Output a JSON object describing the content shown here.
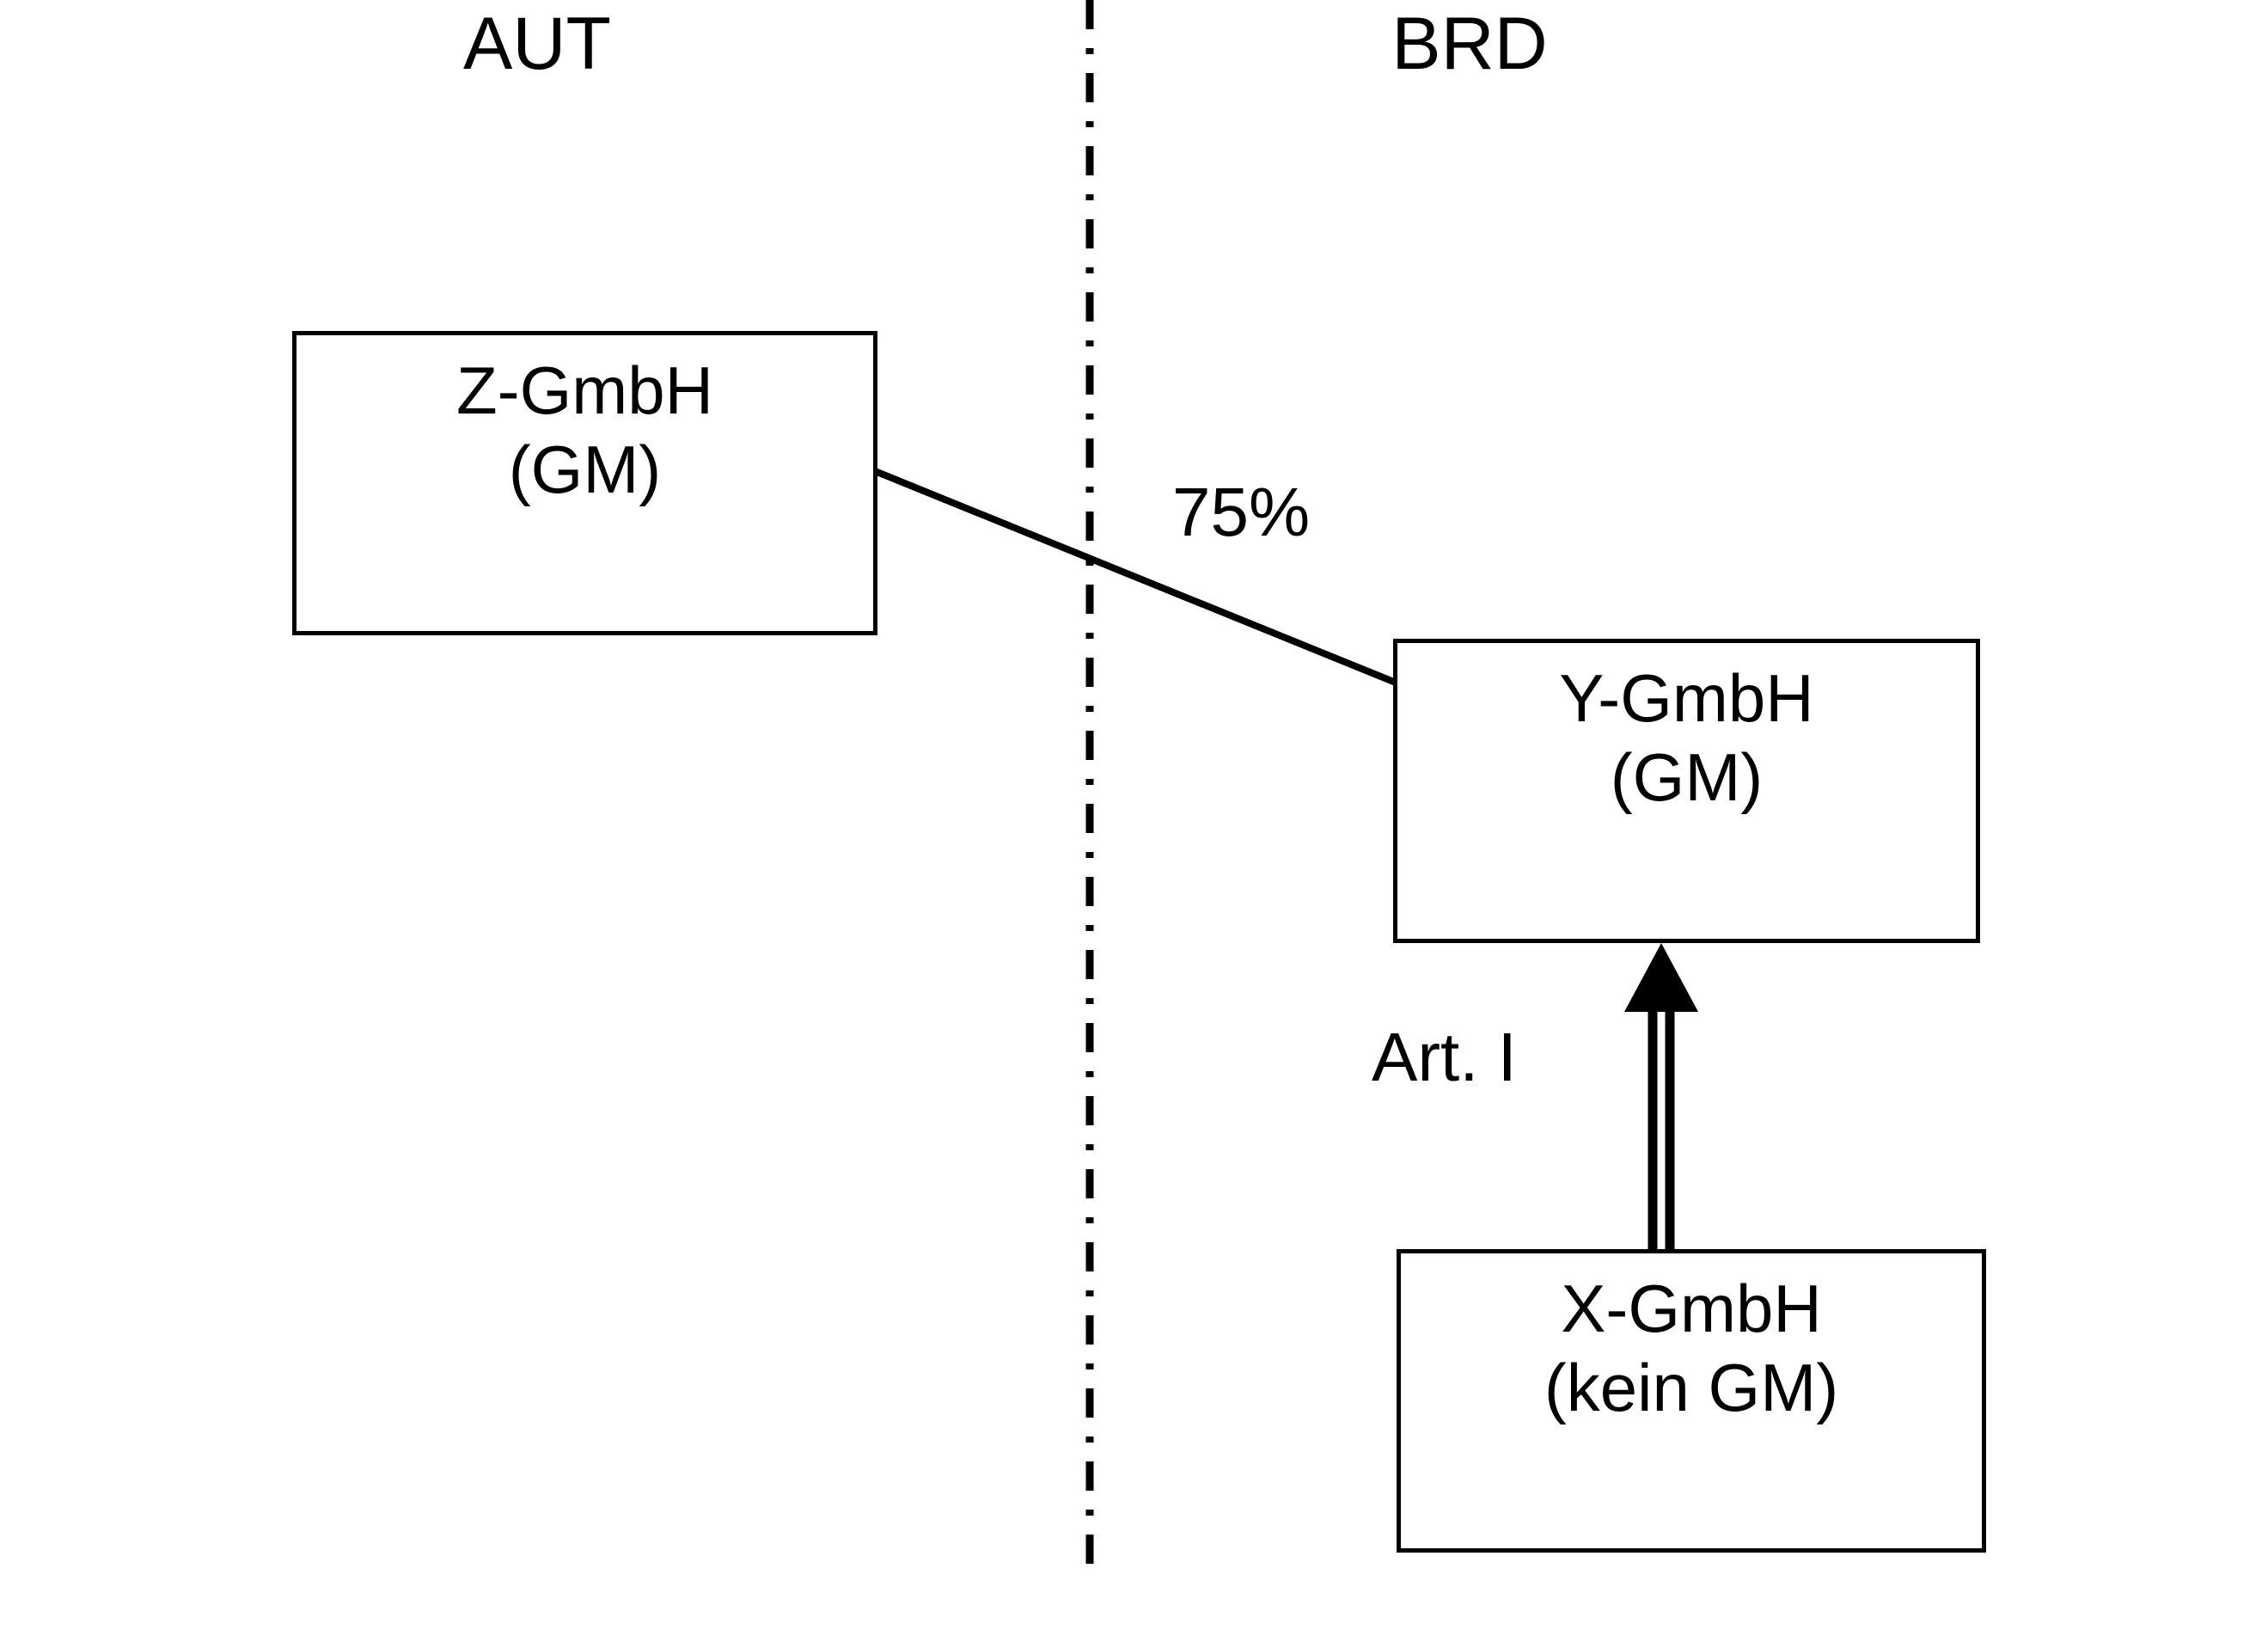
{
  "diagram": {
    "title": "Cross-border group structure diagram",
    "jurisdictions": [
      {
        "id": "aut",
        "label": "AUT"
      },
      {
        "id": "brd",
        "label": "BRD"
      }
    ],
    "entities": [
      {
        "id": "z",
        "name": "Z-GmbH",
        "qualifier": "(GM)",
        "jurisdiction": "AUT"
      },
      {
        "id": "y",
        "name": "Y-GmbH",
        "qualifier": "(GM)",
        "jurisdiction": "BRD"
      },
      {
        "id": "x",
        "name": "X-GmbH",
        "qualifier": "(kein GM)",
        "jurisdiction": "BRD"
      }
    ],
    "connections": [
      {
        "id": "z-to-y",
        "from": "z",
        "to": "y",
        "label": "75%",
        "style": "plain-line"
      },
      {
        "id": "x-to-y",
        "from": "x",
        "to": "y",
        "label": "Art. I",
        "style": "double-line-arrow"
      }
    ],
    "divider": {
      "name": "border-divider",
      "style": "dash-dot"
    },
    "colors": {
      "stroke": "#000000",
      "fill": "#ffffff",
      "text": "#000000"
    }
  }
}
